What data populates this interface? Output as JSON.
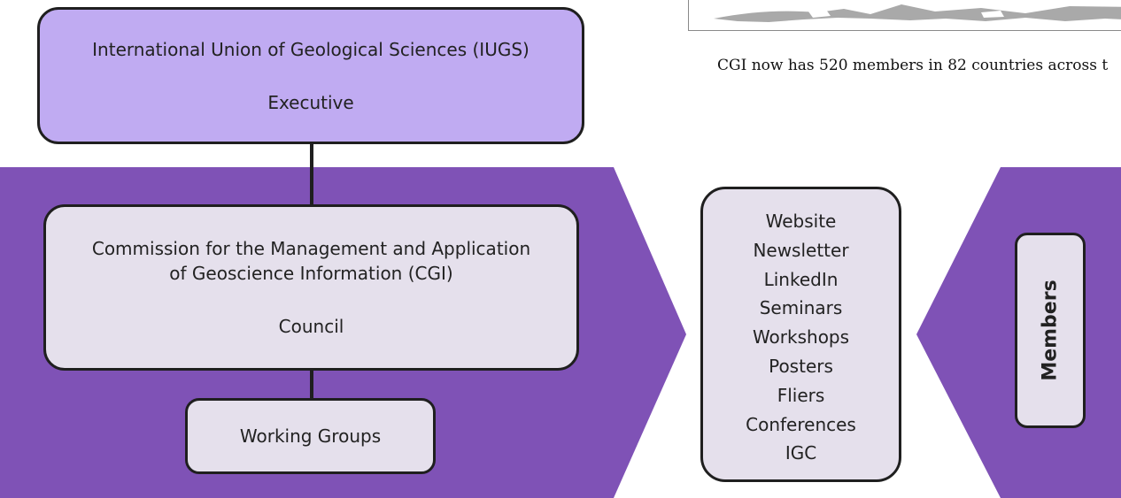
{
  "iugs": {
    "name": "International Union of Geological Sciences (IUGS)",
    "body": "Executive"
  },
  "cgi": {
    "name_line1": "Commission for the Management and Application",
    "name_line2": "of Geoscience Information (CGI)",
    "body": "Council"
  },
  "working_groups": {
    "label": "Working Groups"
  },
  "channels": [
    "Website",
    "Newsletter",
    "LinkedIn",
    "Seminars",
    "Workshops",
    "Posters",
    "Fliers",
    "Conferences",
    "IGC"
  ],
  "members": {
    "label": "Members"
  },
  "caption": "CGI now has 520 members in 82 countries across t",
  "colors": {
    "band_purple": "#7f52b6",
    "iugs_fill": "#c0abf2",
    "box_fill": "#e5e0ec",
    "outline": "#1f1f1f",
    "map_grey": "#a9a9a9"
  }
}
